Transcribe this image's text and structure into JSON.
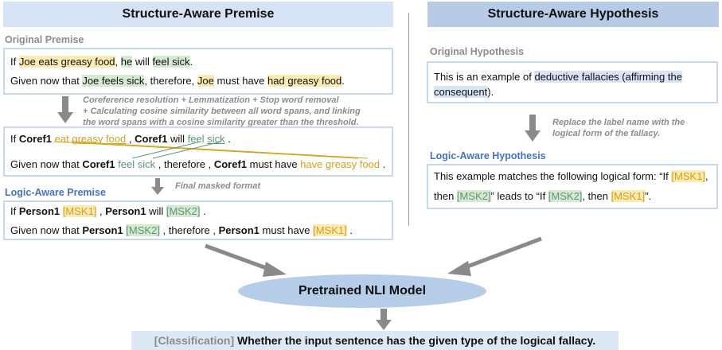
{
  "left_panel": {
    "title": "Structure-Aware Premise",
    "original_label": "Original Premise",
    "original": {
      "line1": [
        "If ",
        "Joe eats greasy food",
        ", ",
        "he",
        " will ",
        "feel sick",
        "."
      ],
      "line2": [
        "Given now that ",
        "Joe feels sick",
        ", therefore, ",
        "Joe",
        " must have ",
        "had greasy food",
        "."
      ]
    },
    "step1_note": "Coreference resolution + Lemmatization + Stop word removal\n+ Calculating cosine similarity between all word spans, and linking\nthe word spans with a cosine similarity greater than the threshold.",
    "processed": {
      "line1": [
        "If ",
        "Coref1",
        " ",
        "eat",
        " ",
        "greasy food",
        " , ",
        "Coref1",
        " will ",
        "feel",
        " ",
        "sick",
        " ."
      ],
      "line2": [
        "Given now that ",
        "Coref1",
        " ",
        "feel",
        " ",
        "sick",
        " , therefore , ",
        "Coref1",
        " must have ",
        "have",
        " ",
        "greasy",
        " ",
        "food",
        " ."
      ]
    },
    "step2_note": "Final masked format",
    "logic_label": "Logic-Aware Premise",
    "logic": {
      "line1": [
        "If ",
        "Person1",
        " ",
        "[MSK1]",
        " , ",
        "Person1",
        " will ",
        "[MSK2]",
        " ."
      ],
      "line2": [
        "Given now that ",
        "Person1",
        " ",
        "[MSK2]",
        " , therefore , ",
        "Person1",
        " must have ",
        "[MSK1]",
        " ."
      ]
    }
  },
  "right_panel": {
    "title": "Structure-Aware Hypothesis",
    "original_label": "Original Hypothesis",
    "original": [
      "This is an example of ",
      "deductive fallacies (affirming the",
      "consequent",
      ")."
    ],
    "note": "Replace the label name with the\nlogical form of the fallacy.",
    "logic_label": "Logic-Aware Hypothesis",
    "logic": {
      "line1": [
        "This example matches the following logical form: “If ",
        "[MSK1]",
        ","
      ],
      "line2": [
        "then ",
        "[MSK2]",
        "” leads to “If ",
        "[MSK2]",
        ", then ",
        "[MSK1]",
        "”."
      ]
    }
  },
  "model": {
    "label": "Pretrained NLI Model"
  },
  "output": {
    "prefix": "[Classification]",
    "text": " Whether the input sentence has the given type of the logical fallacy."
  },
  "colors": {
    "yellow_highlight": "#fbeab2",
    "green_highlight": "#d6ead2",
    "blue_highlight": "#d9e4f5",
    "panel_border": "#c8d8ee",
    "ellipse": "#b6cdea"
  }
}
